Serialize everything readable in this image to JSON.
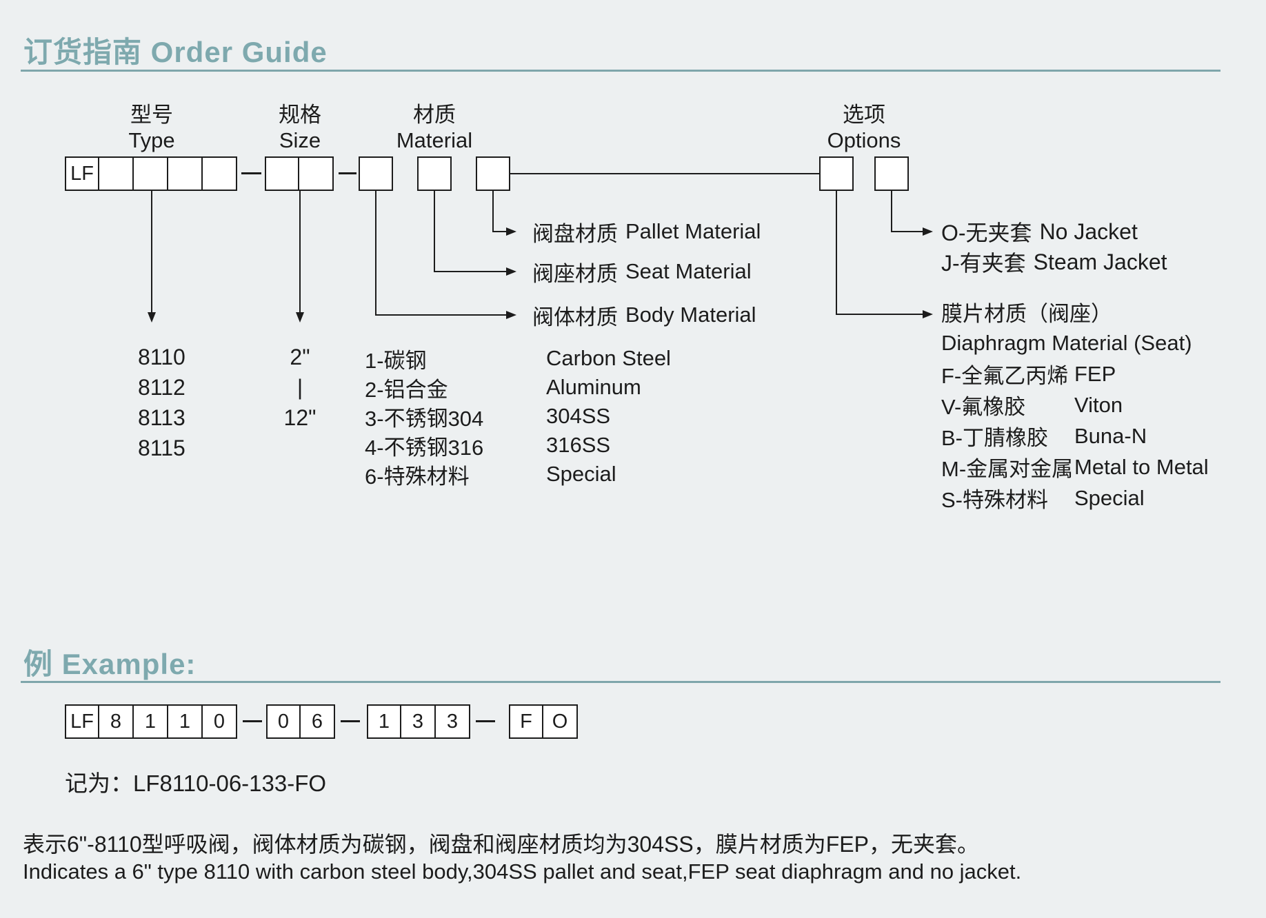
{
  "page": {
    "title": "订货指南 Order Guide",
    "background": "#edf0f1",
    "accent_color": "#7ea9ae",
    "divider_color": "#7fa6ab",
    "line_color": "#1c1c1c"
  },
  "diagram": {
    "prefix": "LF",
    "headers": [
      {
        "cn": "型号",
        "en": "Type"
      },
      {
        "cn": "规格",
        "en": "Size"
      },
      {
        "cn": "材质",
        "en": "Material"
      },
      {
        "cn": "选项",
        "en": "Options"
      }
    ],
    "type_codes": [
      "8110",
      "8112",
      "8113",
      "8115"
    ],
    "size_range": [
      "2\"",
      "|",
      "12\""
    ],
    "material_positions": [
      {
        "cn": "阀盘材质",
        "en": "Pallet Material"
      },
      {
        "cn": "阀座材质",
        "en": "Seat Material"
      },
      {
        "cn": "阀体材质",
        "en": "Body Material"
      }
    ],
    "body_materials": [
      {
        "code": "1-碳钢",
        "name": "Carbon Steel"
      },
      {
        "code": "2-铝合金",
        "name": "Aluminum"
      },
      {
        "code": "3-不锈钢304",
        "name": "304SS"
      },
      {
        "code": "4-不锈钢316",
        "name": "316SS"
      },
      {
        "code": "6-特殊材料",
        "name": "Special"
      }
    ],
    "jacket_options": [
      {
        "code": "O-无夹套",
        "name": "No Jacket"
      },
      {
        "code": "J-有夹套",
        "name": "Steam Jacket"
      }
    ],
    "diaphragm": {
      "title_cn": "膜片材质（阀座）",
      "title_en": "Diaphragm Material (Seat)",
      "items": [
        {
          "code": "F-全氟乙丙烯",
          "name": "FEP"
        },
        {
          "code": "V-氟橡胶",
          "name": "Viton"
        },
        {
          "code": "B-丁腈橡胶",
          "name": "Buna-N"
        },
        {
          "code": "M-金属对金属",
          "name": "Metal to Metal"
        },
        {
          "code": "S-特殊材料",
          "name": "Special"
        }
      ]
    }
  },
  "example": {
    "heading": "例 Example:",
    "groups": [
      {
        "cells": [
          "LF",
          "8",
          "1",
          "1",
          "0"
        ]
      },
      {
        "cells": [
          "0",
          "6"
        ]
      },
      {
        "cells": [
          "1",
          "3",
          "3"
        ]
      },
      {
        "cells": [
          "F",
          "O"
        ]
      }
    ],
    "note_label": "记为：",
    "note_code": "LF8110-06-133-FO",
    "description_cn": "表示6\"-8110型呼吸阀，阀体材质为碳钢，阀盘和阀座材质均为304SS，膜片材质为FEP，无夹套。",
    "description_en": "Indicates a 6\" type 8110 with carbon steel body,304SS pallet and seat,FEP seat diaphragm and no jacket."
  }
}
